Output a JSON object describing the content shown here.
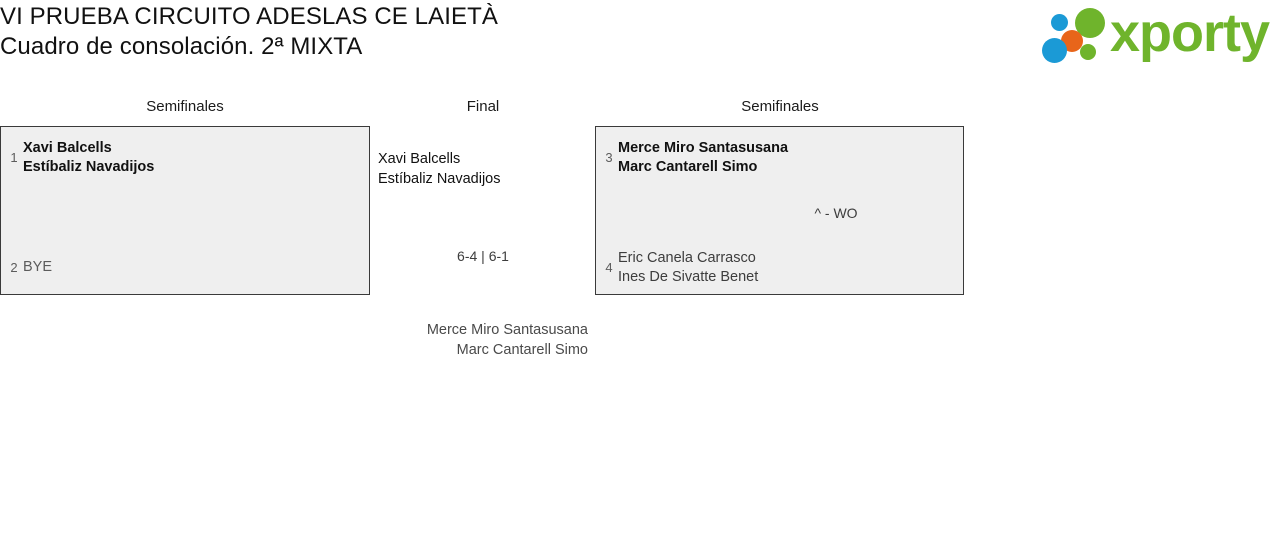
{
  "header": {
    "title_line1": "VI PRUEBA CIRCUITO ADESLAS CE LAIETÀ",
    "title_line2": "Cuadro de consolación. 2ª MIXTA",
    "logo_word": "xporty",
    "logo_colors": {
      "blue": "#1b9ad6",
      "orange": "#e8651a",
      "green": "#6fb42c"
    }
  },
  "bracket": {
    "round_headers": {
      "left": "Semifinales",
      "middle": "Final",
      "right": "Semifinales"
    },
    "left_match": {
      "slots": [
        {
          "seed": "1",
          "player1": "Xavi Balcells",
          "player2": "Estíbaliz Navadijos",
          "status": "winner"
        },
        {
          "seed": "2",
          "player1": "BYE",
          "player2": "",
          "status": "bye"
        }
      ],
      "score": ""
    },
    "right_match": {
      "slots": [
        {
          "seed": "3",
          "player1": "Merce Miro Santasusana",
          "player2": "Marc Cantarell Simo",
          "status": "winner"
        },
        {
          "seed": "4",
          "player1": "Eric Canela Carrasco",
          "player2": "Ines De Sivatte Benet",
          "status": "loser"
        }
      ],
      "score": "^ - WO"
    },
    "final_match": {
      "winner_player1": "Xavi Balcells",
      "winner_player2": "Estíbaliz Navadijos",
      "score": "6-4 | 6-1",
      "loser_player1": "Merce Miro Santasusana",
      "loser_player2": "Marc Cantarell Simo"
    }
  }
}
